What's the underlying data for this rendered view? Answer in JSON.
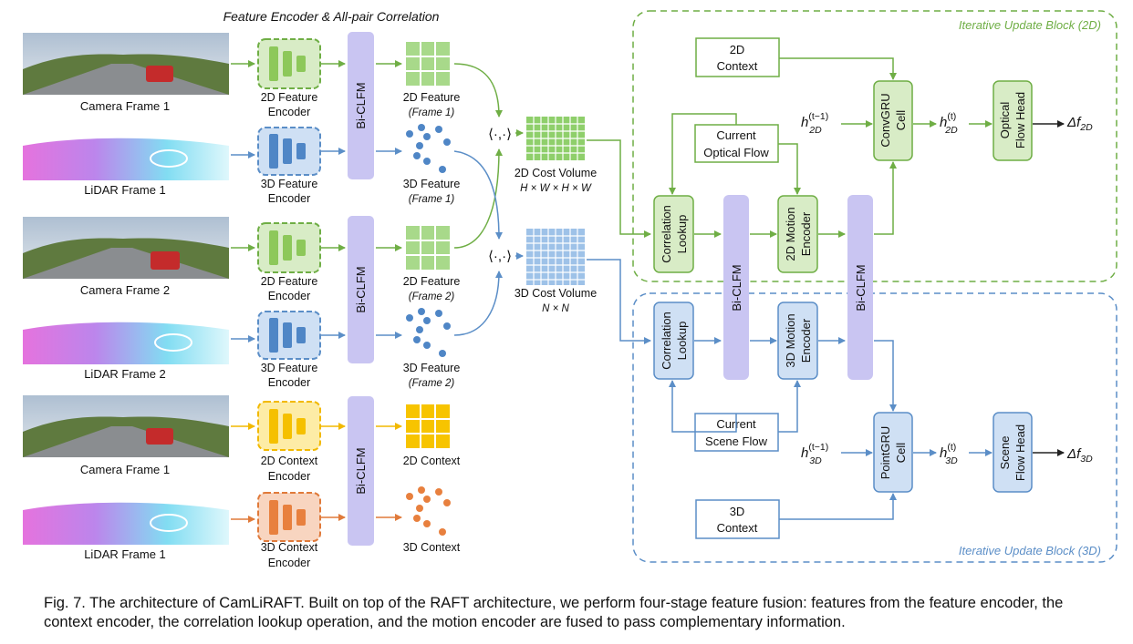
{
  "header": {
    "encoder_title": "Feature Encoder & All-pair Correlation"
  },
  "inputs": [
    {
      "label": "Camera Frame 1"
    },
    {
      "label": "LiDAR Frame 1"
    },
    {
      "label": "Camera Frame 2"
    },
    {
      "label": "LiDAR Frame 2"
    },
    {
      "label": "Camera Frame 1"
    },
    {
      "label": "LiDAR Frame 1"
    }
  ],
  "encoders": [
    {
      "line1": "2D Feature",
      "line2": "Encoder"
    },
    {
      "line1": "3D Feature",
      "line2": "Encoder"
    },
    {
      "line1": "2D Feature",
      "line2": "Encoder"
    },
    {
      "line1": "3D Feature",
      "line2": "Encoder"
    },
    {
      "line1": "2D Context",
      "line2": "Encoder"
    },
    {
      "line1": "3D Context",
      "line2": "Encoder"
    }
  ],
  "clfm_label": "Bi-CLFM",
  "features": [
    {
      "line1": "2D Feature",
      "line2": "(Frame 1)"
    },
    {
      "line1": "3D Feature",
      "line2": "(Frame 1)"
    },
    {
      "line1": "2D Feature",
      "line2": "(Frame 2)"
    },
    {
      "line1": "3D Feature",
      "line2": "(Frame 2)"
    },
    {
      "line1": "2D Context",
      "line2": ""
    },
    {
      "line1": "3D Context",
      "line2": ""
    }
  ],
  "inner_product": "⟨·,·⟩",
  "cost_volumes": {
    "cv2d": {
      "line1": "2D Cost Volume",
      "line2": "H × W × H × W"
    },
    "cv3d": {
      "line1": "3D Cost Volume",
      "line2": "N × N"
    }
  },
  "block2d": {
    "title": "Iterative Update Block (2D)",
    "context": {
      "line1": "2D",
      "line2": "Context"
    },
    "current": {
      "line1": "Current",
      "line2": "Optical Flow"
    },
    "lookup": {
      "line1": "Correlation",
      "line2": "Lookup"
    },
    "motion": {
      "line1": "2D Motion",
      "line2": "Encoder"
    },
    "gru": {
      "line1": "ConvGRU",
      "line2": "Cell"
    },
    "head": {
      "line1": "Optical",
      "line2": "Flow Head"
    },
    "h_in": {
      "base": "h",
      "sup": "(t−1)",
      "sub": "2D"
    },
    "h_out": {
      "base": "h",
      "sup": "(t)",
      "sub": "2D"
    },
    "out": {
      "base": "Δf",
      "sub": "2D"
    }
  },
  "block3d": {
    "title": "Iterative Update Block (3D)",
    "context": {
      "line1": "3D",
      "line2": "Context"
    },
    "current": {
      "line1": "Current",
      "line2": "Scene Flow"
    },
    "lookup": {
      "line1": "Correlation",
      "line2": "Lookup"
    },
    "motion": {
      "line1": "3D Motion",
      "line2": "Encoder"
    },
    "gru": {
      "line1": "PointGRU",
      "line2": "Cell"
    },
    "head": {
      "line1": "Scene",
      "line2": "Flow Head"
    },
    "h_in": {
      "base": "h",
      "sup": "(t−1)",
      "sub": "3D"
    },
    "h_out": {
      "base": "h",
      "sup": "(t)",
      "sub": "3D"
    },
    "out": {
      "base": "Δf",
      "sub": "3D"
    }
  },
  "caption": "Fig. 7. The architecture of CamLiRAFT. Built on top of the RAFT architecture, we perform four-stage feature fusion: features from the feature encoder, the context encoder, the correlation lookup operation, and the motion encoder are fused to pass complementary information.",
  "colors": {
    "green_fill": "#d8ecc6",
    "green_stroke": "#6fae45",
    "green_dark": "#8dc85a",
    "blue_fill": "#cfe0f4",
    "blue_stroke": "#5b8ec7",
    "blue_dark": "#4f86c6",
    "yellow_fill": "#fdeca6",
    "yellow_stroke": "#f2b900",
    "yellow_dark": "#f5c000",
    "orange_fill": "#f8d5c0",
    "orange_stroke": "#e07a3a",
    "orange_dark": "#e8803e",
    "clfm_fill": "#c9c5f2",
    "grid2d": "#8fcf6b",
    "grid3d": "#9ec2e8"
  }
}
